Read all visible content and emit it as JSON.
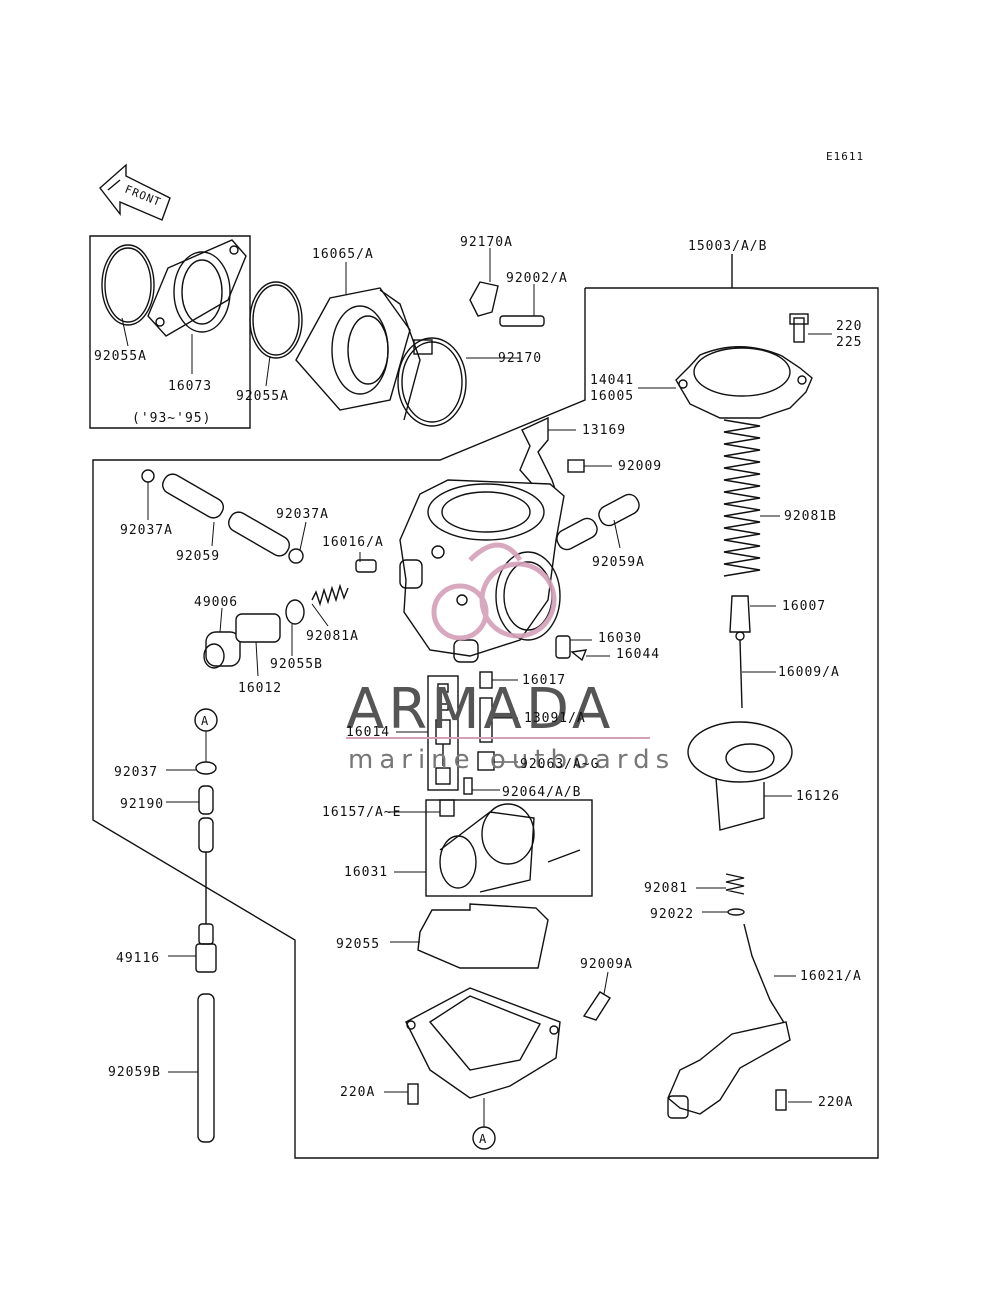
{
  "diagram": {
    "code": "E1611",
    "front_label": "FRONT",
    "year_note": "('93~'95)",
    "callout_marker": "A"
  },
  "watermark": {
    "brand": "ARMADA",
    "tagline": "marine outboards",
    "accent_color": "#d4a0b8"
  },
  "parts": {
    "p92055A_a": "92055A",
    "p16073": "16073",
    "p92055A_b": "92055A",
    "p16065A": "16065/A",
    "p92170A": "92170A",
    "p92002A": "92002/A",
    "p92170": "92170",
    "p15003": "15003/A/B",
    "p220": "220",
    "p225": "225",
    "p14041": "14041",
    "p16005": "16005",
    "p13169": "13169",
    "p92009": "92009",
    "p92081B": "92081B",
    "p92037A_a": "92037A",
    "p92059": "92059",
    "p92037A_b": "92037A",
    "p16016A": "16016/A",
    "p92059A": "92059A",
    "p49006": "49006",
    "p92081A": "92081A",
    "p92055B": "92055B",
    "p16012": "16012",
    "p16007": "16007",
    "p16030": "16030",
    "p16044": "16044",
    "p16009A": "16009/A",
    "p16017": "16017",
    "p13091A": "13091/A",
    "p16014": "16014",
    "p92063": "92063/A~G",
    "p92037": "92037",
    "p92064": "92064/A/B",
    "p92190": "92190",
    "p16157": "16157/A~E",
    "p16126": "16126",
    "p16031": "16031",
    "p92081": "92081",
    "p92022": "92022",
    "p49116": "49116",
    "p92055": "92055",
    "p92009A": "92009A",
    "p16021A": "16021/A",
    "p92059B": "92059B",
    "p220A_a": "220A",
    "p220A_b": "220A"
  }
}
